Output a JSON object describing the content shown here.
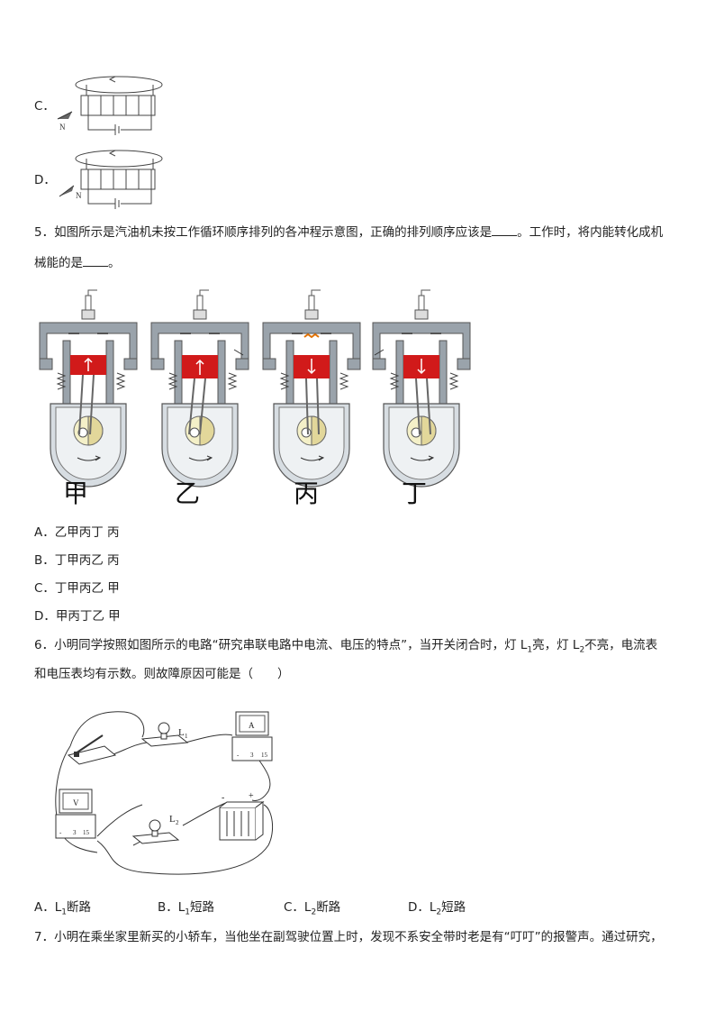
{
  "q4": {
    "option_c": "C．",
    "option_d": "D．",
    "compass_n": "N"
  },
  "q5": {
    "stem_part1": "5．如图所示是汽油机未按工作循环顺序排列的各冲程示意图，正确的排列顺序应该是",
    "stem_part2": "。工作时，将内能转化成机",
    "stem_part3": "械能的是",
    "stem_part4": "。",
    "captions": [
      "甲",
      "乙",
      "丙",
      "丁"
    ],
    "options": [
      "A．乙甲丙丁  丙",
      "B．丁甲丙乙  丙",
      "C．丁甲丙乙  甲",
      "D．甲丙丁乙  甲"
    ]
  },
  "q6": {
    "stem_line1_a": "6．小明同学按照如图所示的电路“研究串联电路中电流、电压的特点”，当开关闭合时，灯 L",
    "sub1": "1",
    "stem_line1_b": "亮，灯 L",
    "sub2": "2",
    "stem_line1_c": "不亮，电流表",
    "stem_line2": "和电压表均有示数。则故障原因可能是（　　）",
    "diagram": {
      "l1_label": "L",
      "l1_sub": "1",
      "l2_label": "L",
      "l2_sub": "2",
      "ammeter_symbol": "A",
      "voltmeter_symbol": "V",
      "plus": "+",
      "minus": "-",
      "minus_terminal": "-",
      "terminal_3": "3",
      "terminal_15": "15"
    },
    "options": [
      {
        "prefix": "A．L",
        "sub": "1",
        "suffix": "断路"
      },
      {
        "prefix": "B．L",
        "sub": "1",
        "suffix": "短路"
      },
      {
        "prefix": "C．L",
        "sub": "2",
        "suffix": "断路"
      },
      {
        "prefix": "D．L",
        "sub": "2",
        "suffix": "短路"
      }
    ]
  },
  "q7": {
    "stem": "7．小明在乘坐家里新买的小轿车，当他坐在副驾驶位置上时，发现不系安全带时老是有“叮叮”的报警声。通过研究，"
  }
}
